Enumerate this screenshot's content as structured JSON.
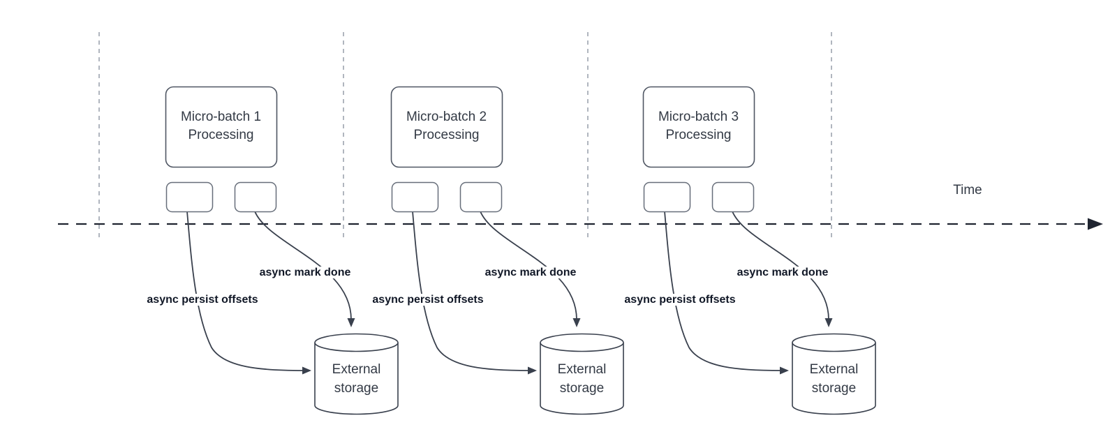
{
  "diagram": {
    "time_label": "Time",
    "groups": [
      {
        "box_line1": "Micro-batch 1",
        "box_line2": "Processing",
        "persist_label": "async persist offsets",
        "done_label": "async mark done",
        "storage_line1": "External",
        "storage_line2": "storage"
      },
      {
        "box_line1": "Micro-batch 2",
        "box_line2": "Processing",
        "persist_label": "async persist offsets",
        "done_label": "async mark done",
        "storage_line1": "External",
        "storage_line2": "storage"
      },
      {
        "box_line1": "Micro-batch 3",
        "box_line2": "Processing",
        "persist_label": "async persist offsets",
        "done_label": "async mark done",
        "storage_line1": "External",
        "storage_line2": "storage"
      }
    ],
    "colors": {
      "background": "#ffffff",
      "shape_stroke": "#39404d",
      "grid_line": "#9ca3af",
      "timeline": "#1f2430",
      "box_text": "#333a45",
      "flow_label_text": "#101726"
    }
  }
}
